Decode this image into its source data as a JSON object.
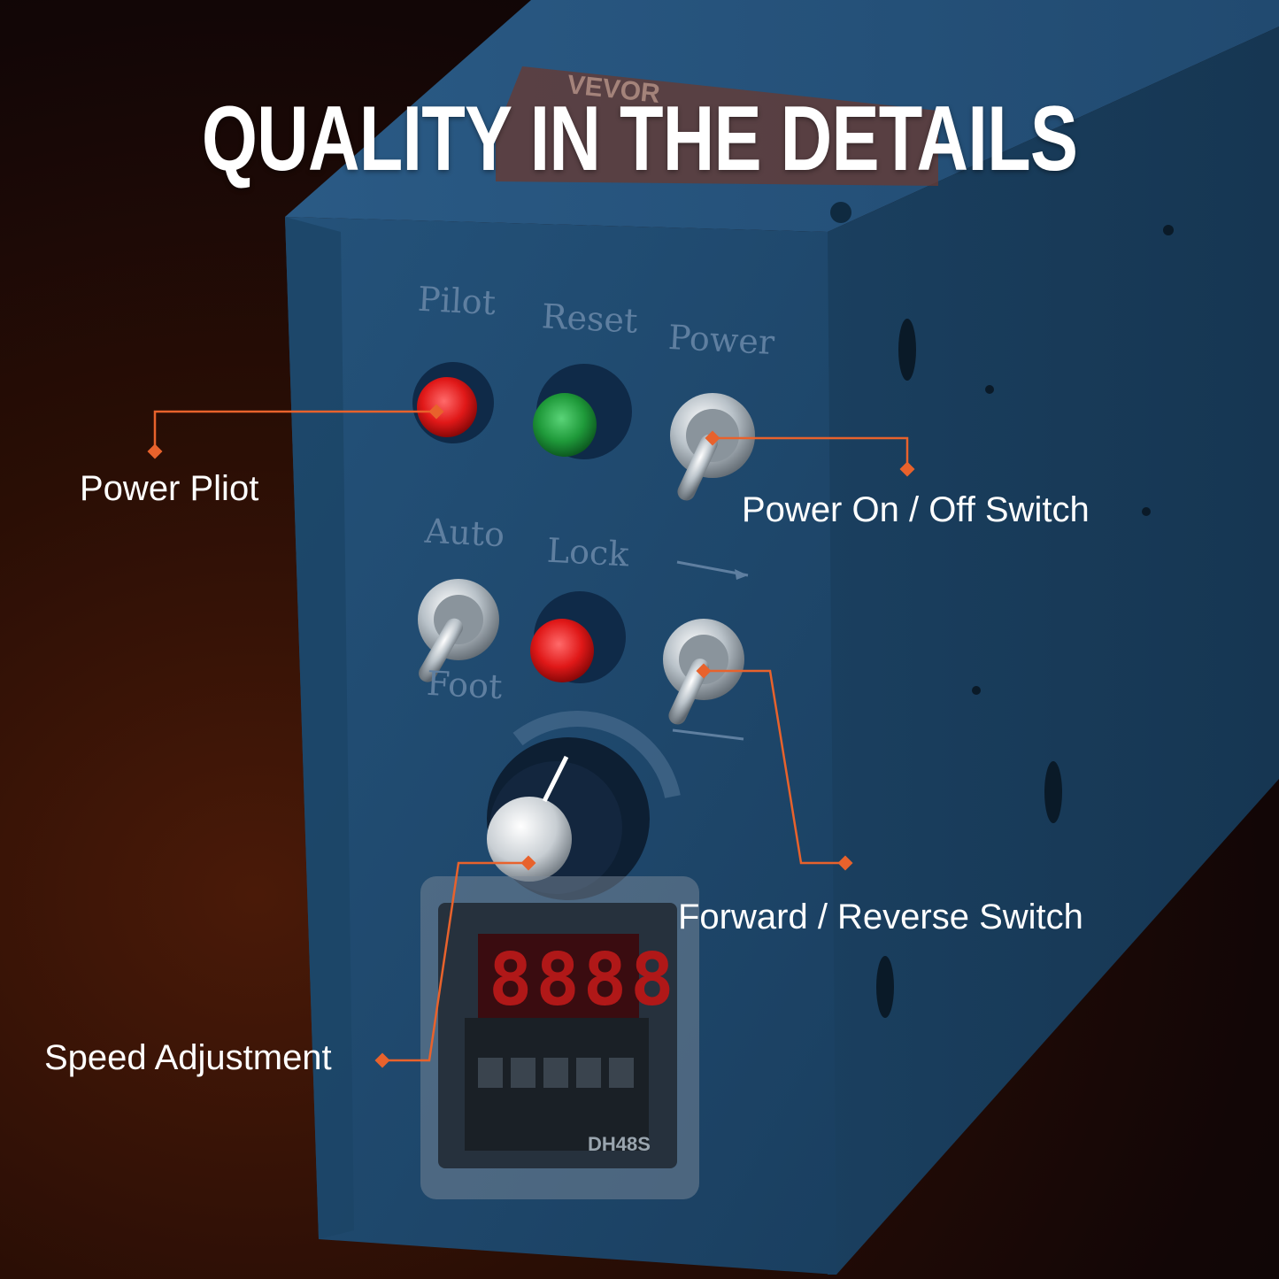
{
  "headline": "QUALITY IN THE DETAILS",
  "brand_plate": "VEVOR",
  "panel_labels": {
    "pilot": "Pilot",
    "reset": "Reset",
    "power": "Power",
    "auto": "Auto",
    "lock": "Lock",
    "foot": "Foot"
  },
  "timer_model": "DH48S",
  "callouts": {
    "power_pilot": "Power Pliot",
    "power_switch": "Power On / Off Switch",
    "forward_reverse": "Forward / Reverse Switch",
    "speed": "Speed Adjustment"
  },
  "colors": {
    "accent": "#e8622c",
    "housing": "#1f4a6e",
    "pilot_lamp": "#e01818",
    "reset_button": "#1f9a3a"
  }
}
